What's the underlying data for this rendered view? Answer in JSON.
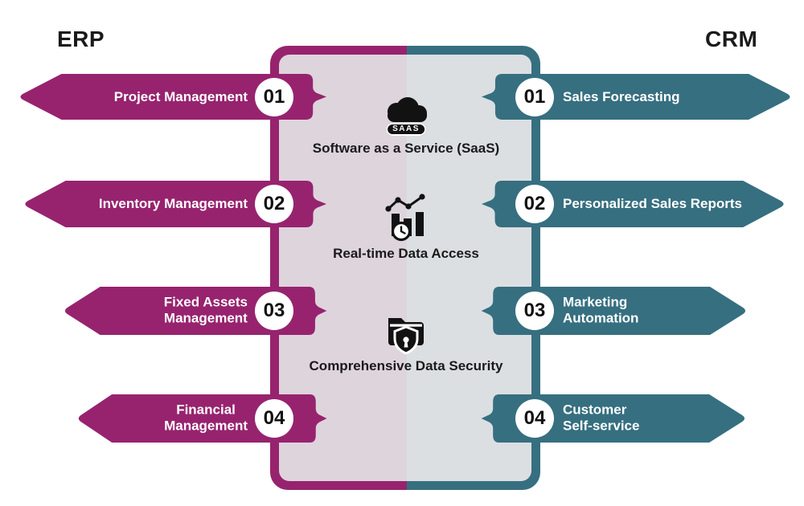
{
  "colors": {
    "erp": "#97236F",
    "crm": "#366F80",
    "panel_left_bg": "#DED4DC",
    "panel_right_bg": "#DBDFE2",
    "text_dark": "#1A1A1A",
    "circle_bg": "#FFFFFF"
  },
  "erp": {
    "title": "ERP",
    "items": [
      {
        "num": "01",
        "label": "Project Management"
      },
      {
        "num": "02",
        "label": "Inventory Management"
      },
      {
        "num": "03",
        "label": "Fixed Assets\nManagement"
      },
      {
        "num": "04",
        "label": "Financial\nManagement"
      }
    ]
  },
  "crm": {
    "title": "CRM",
    "items": [
      {
        "num": "01",
        "label": "Sales Forecasting"
      },
      {
        "num": "02",
        "label": "Personalized Sales Reports"
      },
      {
        "num": "03",
        "label": "Marketing\nAutomation"
      },
      {
        "num": "04",
        "label": "Customer\nSelf-service"
      }
    ]
  },
  "center": {
    "features": [
      {
        "icon": "saas-cloud-icon",
        "badge": "SAAS",
        "label": "Software as a Service (SaaS)"
      },
      {
        "icon": "realtime-data-icon",
        "label": "Real-time Data Access"
      },
      {
        "icon": "data-security-icon",
        "label": "Comprehensive Data Security"
      }
    ]
  }
}
